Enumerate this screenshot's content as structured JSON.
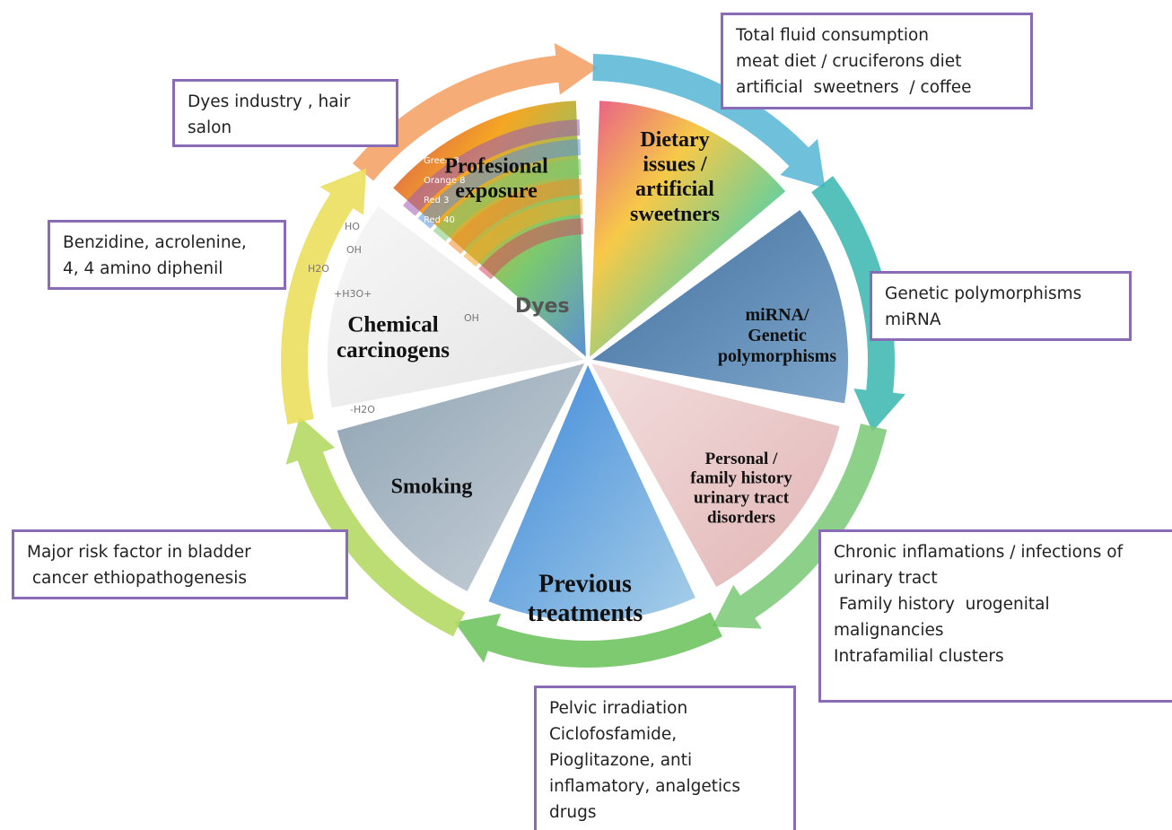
{
  "segments": [
    {
      "key": "professional",
      "lines": [
        "Profesional",
        "exposure"
      ],
      "colors": [
        "#d44d5c",
        "#f5a623",
        "#7bc96f",
        "#5b8fd9"
      ],
      "ring_color": "#f4a064"
    },
    {
      "key": "dietary",
      "lines": [
        "Dietary",
        "issues /",
        "artificial",
        "sweetners"
      ],
      "colors": [
        "#e85a8c",
        "#f7c948",
        "#6fcf97",
        "#b76fd6"
      ],
      "ring_color": "#5bb8d6"
    },
    {
      "key": "genetic",
      "lines": [
        "miRNA/",
        "Genetic",
        "polymorphisms"
      ],
      "colors": [
        "#3f6e9c",
        "#7fa7cc"
      ],
      "ring_color": "#3fb8b0"
    },
    {
      "key": "history",
      "lines": [
        "Personal /",
        "family history",
        "urinary tract",
        "disorders"
      ],
      "colors": [
        "#f2dede",
        "#e2b4b4"
      ],
      "ring_color": "#7cc97a"
    },
    {
      "key": "treatments",
      "lines": [
        "Previous",
        "treatments"
      ],
      "colors": [
        "#3a86d9",
        "#a8cfe8"
      ],
      "ring_color": "#6cc35c"
    },
    {
      "key": "smoking",
      "lines": [
        "Smoking"
      ],
      "colors": [
        "#8fa3b3",
        "#c9d2d9"
      ],
      "ring_color": "#b3d860"
    },
    {
      "key": "chemical",
      "lines": [
        "Chemical",
        "carcinogens"
      ],
      "colors": [
        "#f7f7f7",
        "#e4e4e4"
      ],
      "ring_color": "#ecde5a"
    }
  ],
  "decor": {
    "dye_label": "Dyes",
    "stripe_labels": [
      "Green 3",
      "Orange 8",
      "Red 3",
      "Red 40"
    ],
    "chem_labels": [
      "HO",
      "OH",
      "H2O",
      "+H3O+",
      "OH",
      "-H2O"
    ]
  },
  "boxes": {
    "professional": [
      "Dyes industry , hair",
      "salon"
    ],
    "dietary": [
      "Total fluid consumption",
      "meat diet / cruciferons diet",
      "artificial  sweetners  / coffee"
    ],
    "chemical": [
      "Benzidine, acrolenine,",
      "4, 4 amino diphenil"
    ],
    "genetic": [
      "Genetic polymorphisms",
      "miRNA"
    ],
    "smoking": [
      "Major risk factor in bladder",
      " cancer ethiopathogenesis"
    ],
    "history": [
      "Chronic inflamations / infections of",
      "urinary tract",
      " Family history  urogenital",
      "malignancies",
      "Intrafamilial clusters"
    ],
    "treatments": [
      "Pelvic irradiation",
      "Ciclofosfamide,",
      "Pioglitazone, anti",
      "inflamatory, analgetics",
      "drugs"
    ]
  },
  "colors": {
    "box_border": "#8a6bb5"
  }
}
